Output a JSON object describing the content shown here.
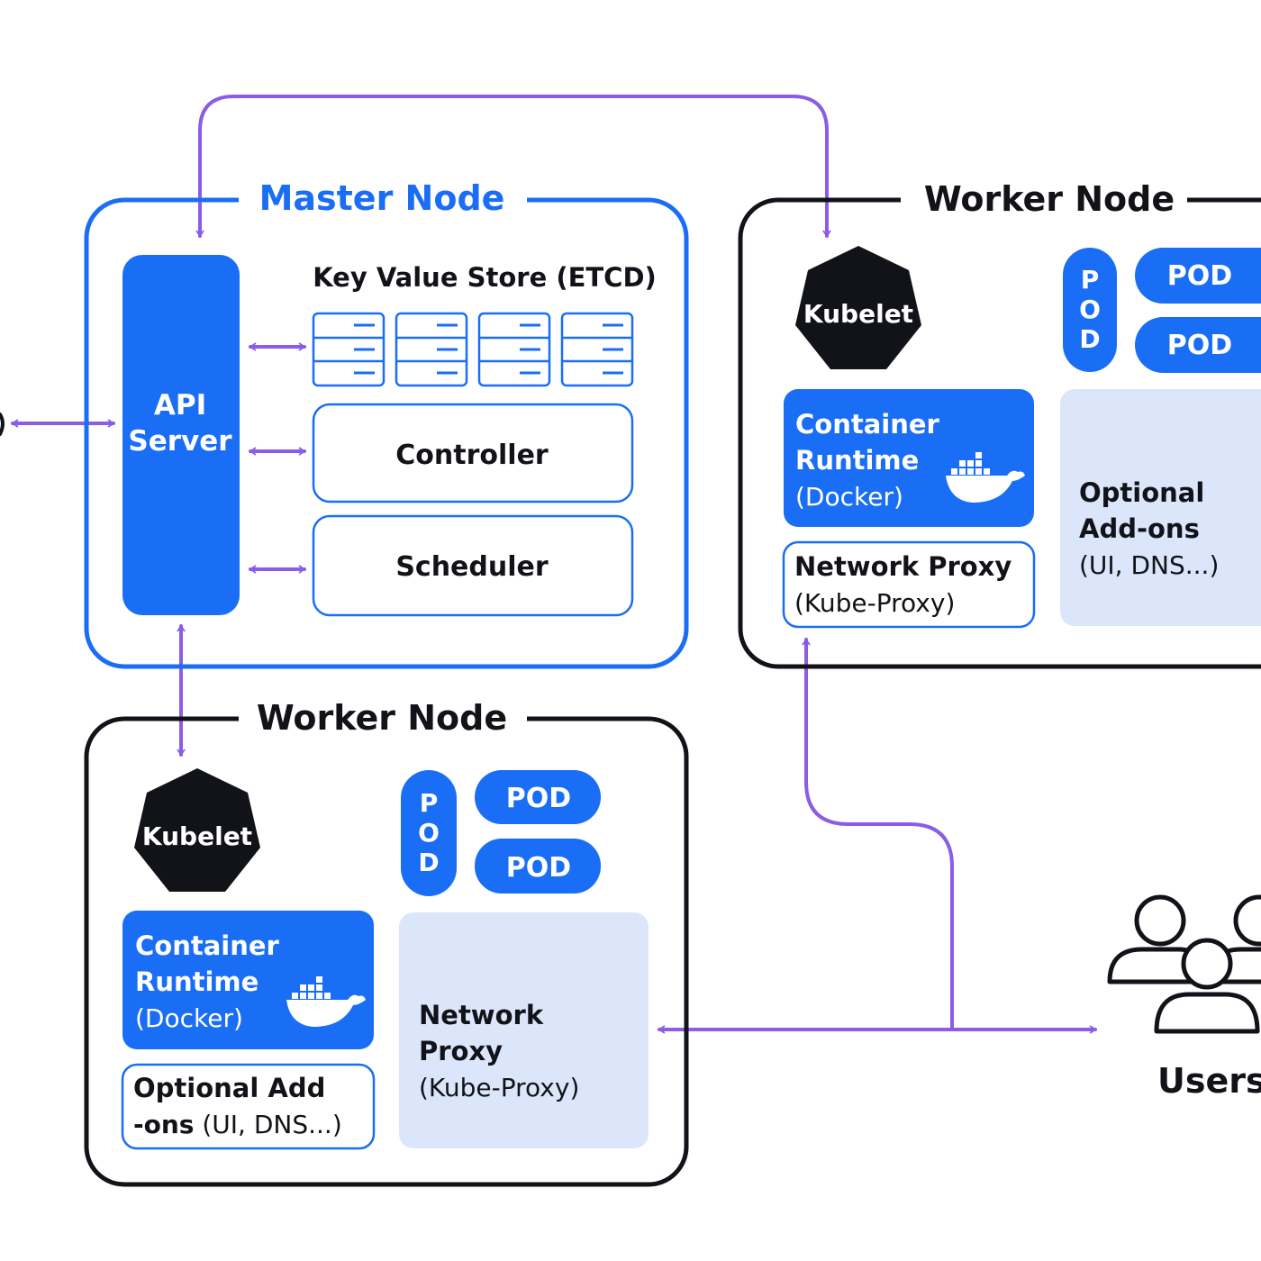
{
  "colors": {
    "blue": "#1a6ef5",
    "purple": "#8b5ce8",
    "light_blue": "#dce6fb",
    "dark": "#111318"
  },
  "master": {
    "title": "Master Node",
    "api_server": [
      "API",
      "Server"
    ],
    "etcd_label": "Key Value Store (ETCD)",
    "controller": "Controller",
    "scheduler": "Scheduler"
  },
  "worker_right": {
    "title": "Worker Node",
    "kubelet": "Kubelet",
    "pod_vertical": [
      "P",
      "O",
      "D"
    ],
    "pods": [
      "POD",
      "POD"
    ],
    "container_runtime": [
      "Container",
      "Runtime",
      "(Docker)"
    ],
    "network_proxy": [
      "Network Proxy",
      "(Kube-Proxy)"
    ],
    "addons": [
      "Optional",
      "Add-ons",
      "(UI, DNS...)"
    ]
  },
  "worker_bottom": {
    "title": "Worker Node",
    "kubelet": "Kubelet",
    "pod_vertical": [
      "P",
      "O",
      "D"
    ],
    "pods": [
      "POD",
      "POD"
    ],
    "container_runtime": [
      "Container",
      "Runtime",
      "(Docker)"
    ],
    "addons": [
      "Optional Add",
      "-ons",
      " (UI, DNS...)"
    ],
    "network_proxy": [
      "Network",
      "Proxy",
      "(Kube-Proxy)"
    ]
  },
  "users": {
    "label": "Users",
    "icon": "users-icon"
  }
}
